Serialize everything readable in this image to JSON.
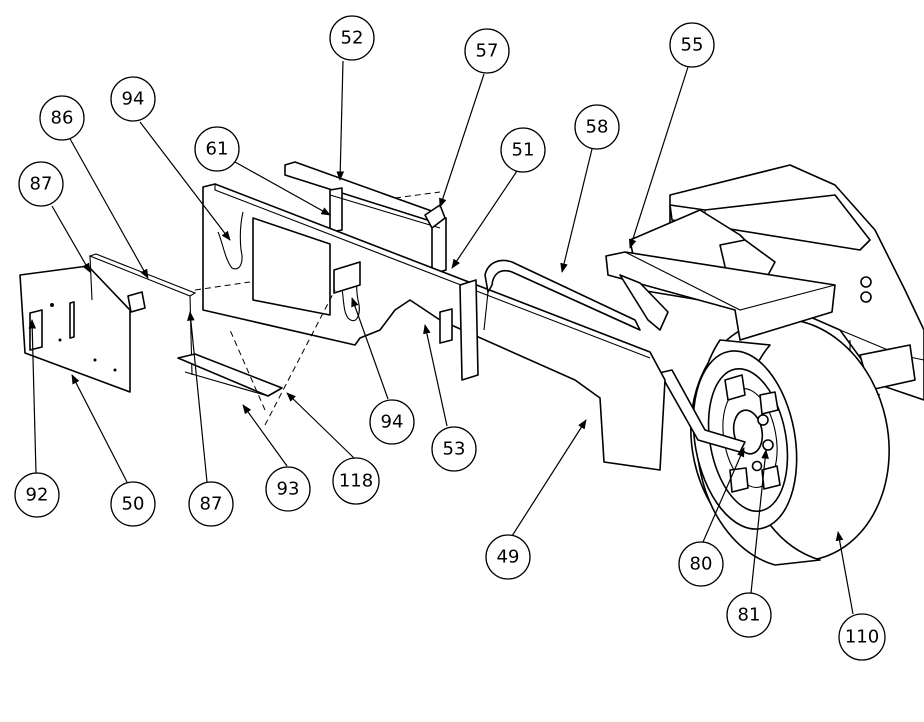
{
  "diagram": {
    "callouts": [
      {
        "id": "c52",
        "label": "52"
      },
      {
        "id": "c57",
        "label": "57"
      },
      {
        "id": "c55",
        "label": "55"
      },
      {
        "id": "c94a",
        "label": "94"
      },
      {
        "id": "c86",
        "label": "86"
      },
      {
        "id": "c61",
        "label": "61"
      },
      {
        "id": "c58",
        "label": "58"
      },
      {
        "id": "c51",
        "label": "51"
      },
      {
        "id": "c87a",
        "label": "87"
      },
      {
        "id": "c94b",
        "label": "94"
      },
      {
        "id": "c53",
        "label": "53"
      },
      {
        "id": "c92",
        "label": "92"
      },
      {
        "id": "c50",
        "label": "50"
      },
      {
        "id": "c87b",
        "label": "87"
      },
      {
        "id": "c93",
        "label": "93"
      },
      {
        "id": "c118",
        "label": "118"
      },
      {
        "id": "c49",
        "label": "49"
      },
      {
        "id": "c80",
        "label": "80"
      },
      {
        "id": "c81",
        "label": "81"
      },
      {
        "id": "c110",
        "label": "110"
      }
    ]
  }
}
